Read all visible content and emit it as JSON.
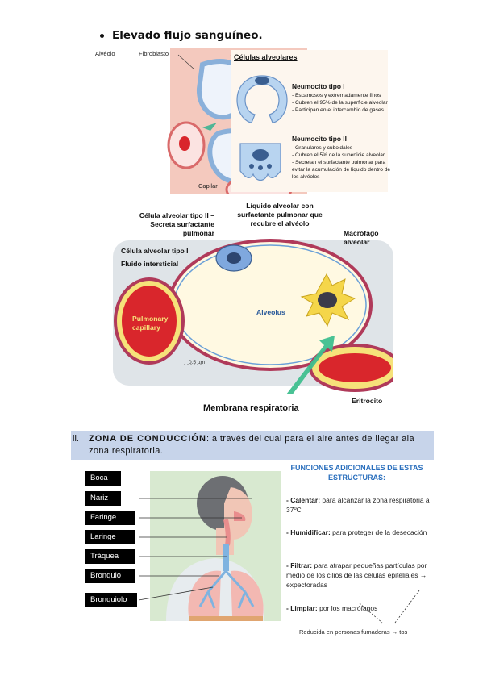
{
  "bullet": "Elevado flujo sanguíneo.",
  "figure1": {
    "labels": {
      "alveolo": "Alvéolo",
      "fibroblasto": "Fibroblasto",
      "capilar": "Capilar"
    },
    "panel_title": "Células alveolares",
    "tipo1": {
      "title": "Neumocito tipo I",
      "items": [
        "- Escamosos y extremadamente finos",
        "- Cubren el 95% de la superficie alveolar",
        "- Participan en el intercambio de gases"
      ]
    },
    "tipo2": {
      "title": "Neumocito tipo II",
      "items": [
        "- Granulares y cuboidales",
        "- Cubren el 5% de la superficie alveolar",
        "- Secretan el surfactante pulmonar para",
        "evitar la acumulación de líquido dentro de",
        "los alvéolos"
      ]
    }
  },
  "figure2": {
    "cel2": [
      "Célula alveolar tipo II –",
      "Secreta surfactante",
      "pulmonar"
    ],
    "liquido": [
      "Líquido alveolar con",
      "surfactante pulmonar que",
      "recubre el alvéolo"
    ],
    "macrofago": [
      "Macrófago",
      "alveolar"
    ],
    "cel1": "Célula alveolar tipo I",
    "fluido": "Fluido intersticial",
    "pulmonary": [
      "Pulmonary",
      "capillary"
    ],
    "alveolus": "Alveolus",
    "scale": "0.5 µm",
    "eritrocito": "Eritrocito",
    "membrana": "Membrana respiratoria"
  },
  "section": {
    "num": "ii.",
    "title": "ZONA DE CONDUCCIÓN",
    "rest": ": a través del cual para el aire antes de llegar ala zona respiratoria."
  },
  "figure3": {
    "labels": [
      "Boca",
      "Nariz",
      "Faringe",
      "Laringe",
      "Tráquea",
      "Bronquio",
      "Bronquiolo"
    ]
  },
  "funciones": {
    "title": "FUNCIONES ADICIONALES DE ESTAS ESTRUCTURAS:",
    "items": [
      {
        "bold": "- Calentar:",
        "text": " para alcanzar la zona respiratoria a 37ºC"
      },
      {
        "bold": "- Humidificar:",
        "text": " para proteger de la desecación"
      },
      {
        "bold": "- Filtrar:",
        "text": " para atrapar pequeñas partículas por medio de los cilios de las células epiteliales → expectoradas"
      },
      {
        "bold": "- Limpiar:",
        "text": " por los macrófagos"
      }
    ],
    "note": "Reducida en personas fumadoras → tos"
  },
  "colors": {
    "section_bg": "#c7d4ea",
    "func_title": "#2a6fbd",
    "blood_red": "#d9262c",
    "arrow_green": "#3fbf8f"
  }
}
